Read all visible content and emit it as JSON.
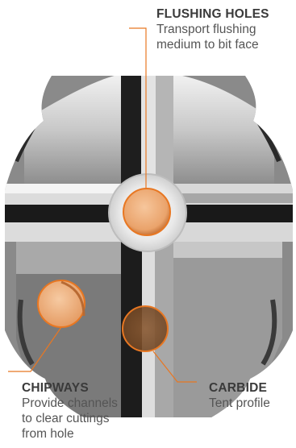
{
  "callouts": {
    "flushing_holes": {
      "title": "FLUSHING HOLES",
      "lines": [
        "Transport flushing",
        "medium to bit face"
      ]
    },
    "chipways": {
      "title": "CHIPWAYS",
      "lines": [
        "Provide channels",
        "to clear cuttings",
        "from hole"
      ]
    },
    "carbide": {
      "title": "CARBIDE",
      "lines": [
        "Tent profile"
      ]
    }
  },
  "colors": {
    "accent": "#e87722",
    "highlight_fill": "#f2b07f"
  }
}
